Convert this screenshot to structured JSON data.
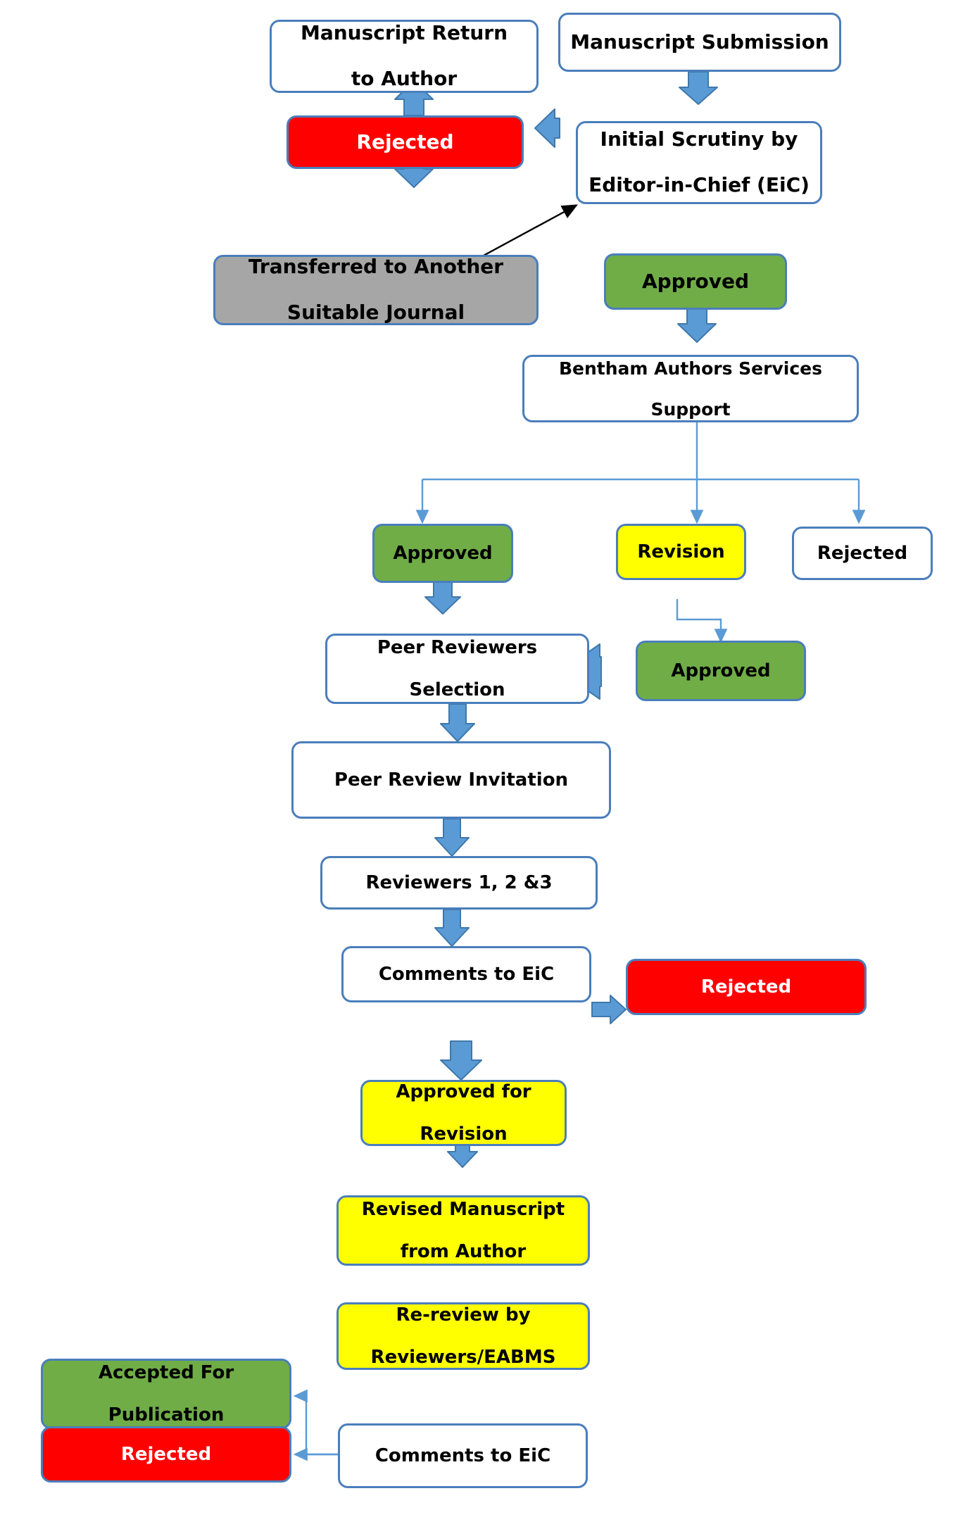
{
  "diagram": {
    "title": "Manuscript Peer Review Workflow",
    "colors": {
      "border": "#4A7EBB",
      "arrow_thick": "#5B9BD5",
      "arrow_thin": "#5B9BD5",
      "rejected_red": "#FF0000",
      "approved_green": "#70AD47",
      "revision_yellow": "#FFFF00",
      "transferred_gray": "#A6A6A6",
      "plain_white": "#FFFFFF",
      "thin_line": "#000000"
    },
    "nodes": [
      {
        "id": "manuscript-return-to-author",
        "label": "Manuscript Return\nto Author",
        "line1": "Manuscript Return",
        "line2": "to Author",
        "fill": "white"
      },
      {
        "id": "manuscript-submission",
        "label": "Manuscript Submission",
        "line1": "Manuscript Submission",
        "line2": "",
        "fill": "white"
      },
      {
        "id": "rejected-initial",
        "label": "Rejected",
        "line1": "Rejected",
        "line2": "",
        "fill": "red"
      },
      {
        "id": "initial-scrutiny-by-eic",
        "label": "Initial Scrutiny by\nEditor-in-Chief (EiC)",
        "line1": "Initial Scrutiny by",
        "line2": "Editor-in-Chief (EiC)",
        "fill": "white"
      },
      {
        "id": "transferred-to-another-suitable-journal",
        "label": "Transferred to Another\nSuitable Journal",
        "line1": "Transferred to Another",
        "line2": "Suitable Journal",
        "fill": "gray"
      },
      {
        "id": "approved-by-eic",
        "label": "Approved",
        "line1": "Approved",
        "line2": "",
        "fill": "green"
      },
      {
        "id": "bentham-authors-services-support",
        "label": "Bentham Authors Services\nSupport",
        "line1": "Bentham Authors Services",
        "line2": "Support",
        "fill": "white"
      },
      {
        "id": "approved-bass",
        "label": "Approved",
        "line1": "Approved",
        "line2": "",
        "fill": "green"
      },
      {
        "id": "revision-bass",
        "label": "Revision",
        "line1": "Revision",
        "line2": "",
        "fill": "yellow"
      },
      {
        "id": "rejected-bass",
        "label": "Rejected",
        "line1": "Rejected",
        "line2": "",
        "fill": "white"
      },
      {
        "id": "peer-reviewers-selection",
        "label": "Peer Reviewers\nSelection",
        "line1": "Peer Reviewers",
        "line2": "Selection",
        "fill": "white"
      },
      {
        "id": "approved-after-revision",
        "label": "Approved",
        "line1": "Approved",
        "line2": "",
        "fill": "green"
      },
      {
        "id": "peer-review-invitation",
        "label": "Peer Review Invitation",
        "line1": "Peer Review Invitation",
        "line2": "",
        "fill": "white"
      },
      {
        "id": "reviewers-1-2-and-3",
        "label": "Reviewers 1, 2 &3",
        "line1": "Reviewers 1, 2 &3",
        "line2": "",
        "fill": "white"
      },
      {
        "id": "comments-to-eic-first",
        "label": "Comments to EiC",
        "line1": "Comments to EiC",
        "line2": "",
        "fill": "white"
      },
      {
        "id": "rejected-after-review",
        "label": "Rejected",
        "line1": "Rejected",
        "line2": "",
        "fill": "red"
      },
      {
        "id": "approved-for-revision",
        "label": "Approved for\nRevision",
        "line1": "Approved for",
        "line2": "Revision",
        "fill": "yellow"
      },
      {
        "id": "revised-manuscript-from-author",
        "label": "Revised Manuscript\nfrom Author",
        "line1": "Revised Manuscript",
        "line2": "from Author",
        "fill": "yellow"
      },
      {
        "id": "re-review-by-reviewers-eabms",
        "label": "Re-review by\nReviewers/EABMS",
        "line1": "Re-review by",
        "line2": "Reviewers/EABMS",
        "fill": "yellow"
      },
      {
        "id": "accepted-for-publication",
        "label": "Accepted For\nPublication",
        "line1": "Accepted For",
        "line2": "Publication",
        "fill": "green"
      },
      {
        "id": "rejected-final",
        "label": "Rejected",
        "line1": "Rejected",
        "line2": "",
        "fill": "red"
      },
      {
        "id": "comments-to-eic-second",
        "label": "Comments to EiC",
        "line1": "Comments to EiC",
        "line2": "",
        "fill": "white"
      }
    ],
    "edges": [
      {
        "from": "manuscript-submission",
        "to": "initial-scrutiny-by-eic",
        "style": "thick-arrow-down"
      },
      {
        "from": "initial-scrutiny-by-eic",
        "to": "rejected-initial",
        "style": "thick-arrow-left"
      },
      {
        "from": "rejected-initial",
        "to": "manuscript-return-to-author",
        "style": "thick-arrow-up"
      },
      {
        "from": "rejected-initial",
        "to": "transferred-to-another-suitable-journal",
        "style": "thick-arrow-down"
      },
      {
        "from": "transferred-to-another-suitable-journal",
        "to": "initial-scrutiny-by-eic",
        "style": "thin-black-arrow"
      },
      {
        "from": "initial-scrutiny-by-eic",
        "to": "approved-by-eic",
        "style": "thick-arrow-down"
      },
      {
        "from": "approved-by-eic",
        "to": "bentham-authors-services-support",
        "style": "thick-arrow-down"
      },
      {
        "from": "bentham-authors-services-support",
        "to": "approved-bass",
        "style": "thin-arrow-branch"
      },
      {
        "from": "bentham-authors-services-support",
        "to": "revision-bass",
        "style": "thin-arrow-branch"
      },
      {
        "from": "bentham-authors-services-support",
        "to": "rejected-bass",
        "style": "thin-arrow-branch"
      },
      {
        "from": "approved-bass",
        "to": "peer-reviewers-selection",
        "style": "thick-arrow-down"
      },
      {
        "from": "revision-bass",
        "to": "approved-after-revision",
        "style": "thin-arrow-elbow"
      },
      {
        "from": "approved-after-revision",
        "to": "peer-reviewers-selection",
        "style": "thick-arrow-left"
      },
      {
        "from": "peer-reviewers-selection",
        "to": "peer-review-invitation",
        "style": "thick-arrow-down"
      },
      {
        "from": "peer-review-invitation",
        "to": "reviewers-1-2-and-3",
        "style": "thick-arrow-down"
      },
      {
        "from": "reviewers-1-2-and-3",
        "to": "comments-to-eic-first",
        "style": "thick-arrow-down"
      },
      {
        "from": "comments-to-eic-first",
        "to": "rejected-after-review",
        "style": "thick-arrow-right"
      },
      {
        "from": "comments-to-eic-first",
        "to": "approved-for-revision",
        "style": "thick-arrow-down"
      },
      {
        "from": "approved-for-revision",
        "to": "revised-manuscript-from-author",
        "style": "thick-arrow-down"
      },
      {
        "from": "revised-manuscript-from-author",
        "to": "re-review-by-reviewers-eabms",
        "style": "thick-arrow-down"
      },
      {
        "from": "re-review-by-reviewers-eabms",
        "to": "comments-to-eic-second",
        "style": "thick-arrow-down"
      },
      {
        "from": "comments-to-eic-second",
        "to": "accepted-for-publication",
        "style": "thin-arrow-elbow-left"
      },
      {
        "from": "comments-to-eic-second",
        "to": "rejected-final",
        "style": "thin-arrow-left"
      }
    ]
  }
}
